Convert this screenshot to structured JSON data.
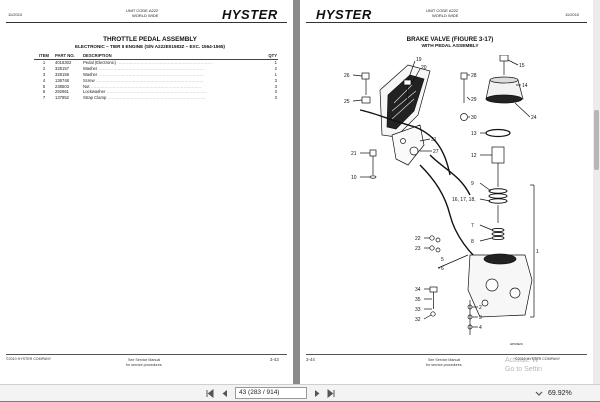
{
  "left_page": {
    "header_unit": "UNIT CODE A222",
    "header_scope": "WORLD WIDE",
    "header_date": "11/2010",
    "logo": "HYSTER",
    "title": "THROTTLE PEDAL ASSEMBLY",
    "subtitle": "ELECTRONIC – TIER II ENGINE  (S/N A222E01583Z – EXC. 1564-1565)",
    "columns": {
      "item": "ITEM",
      "part": "PART NO.",
      "desc": "DESCRIPTION",
      "qty": "QTY"
    },
    "rows": [
      {
        "item": "1",
        "part": "4016302",
        "desc": "Pedal (Electronic)",
        "qty": "1"
      },
      {
        "item": "2",
        "part": "328157",
        "desc": "Washer",
        "qty": "2"
      },
      {
        "item": "3",
        "part": "328158",
        "desc": "Washer",
        "qty": "1"
      },
      {
        "item": "4",
        "part": "136748",
        "desc": "Screw",
        "qty": "3"
      },
      {
        "item": "5",
        "part": "238503",
        "desc": "Nut",
        "qty": "3"
      },
      {
        "item": "6",
        "part": "292661",
        "desc": "Lockwasher",
        "qty": "3"
      },
      {
        "item": "7",
        "part": "137852",
        "desc": "Strap Clamp",
        "qty": "3"
      }
    ],
    "footer_copyright": "©2010 HYSTER COMPANY",
    "footer_note_1": "See Service Manual",
    "footer_note_2": "for service procedures.",
    "page_number": "3-43"
  },
  "right_page": {
    "logo": "HYSTER",
    "header_unit": "UNIT CODE A222",
    "header_scope": "WORLD WIDE",
    "header_date": "11/2010",
    "title": "BRAKE VALVE (FIGURE 3-17)",
    "subtitle": "WITH PEDAL ASSEMBLY",
    "callouts": [
      "19",
      "20",
      "26",
      "25",
      "15",
      "14",
      "28",
      "29",
      "30",
      "24",
      "31",
      "27",
      "13",
      "12",
      "21",
      "10",
      "9",
      "16, 17, 18,",
      "7",
      "8",
      "22",
      "23",
      "1",
      "6",
      "5",
      "34",
      "35",
      "33",
      "32",
      "2",
      "3",
      "4"
    ],
    "figure_code": "HP04920",
    "page_number": "3-44",
    "footer_note_1": "See Service Manual",
    "footer_note_2": "for service procedures.",
    "footer_copyright": "©2010 HYSTER COMPANY"
  },
  "toolbar": {
    "page_field": "43 (283 / 914)",
    "zoom": "69.92%"
  },
  "watermark": {
    "line1": "Activate W",
    "line2": "Go to Settin"
  }
}
